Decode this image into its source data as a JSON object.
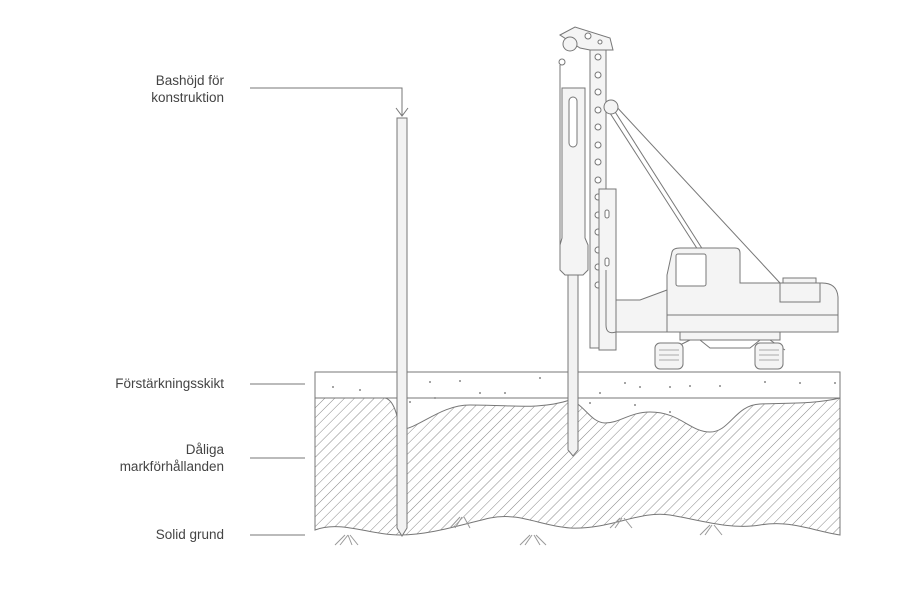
{
  "labels": {
    "base_height_line1": "Bashöjd för",
    "base_height_line2": "konstruktion",
    "reinforcement_layer": "Förstärkningsskikt",
    "poor_ground_line1": "Dåliga",
    "poor_ground_line2": "markförhållanden",
    "solid_ground": "Solid grund"
  },
  "colors": {
    "stroke": "#777777",
    "fill": "#f2f2f2",
    "text": "#444444"
  }
}
